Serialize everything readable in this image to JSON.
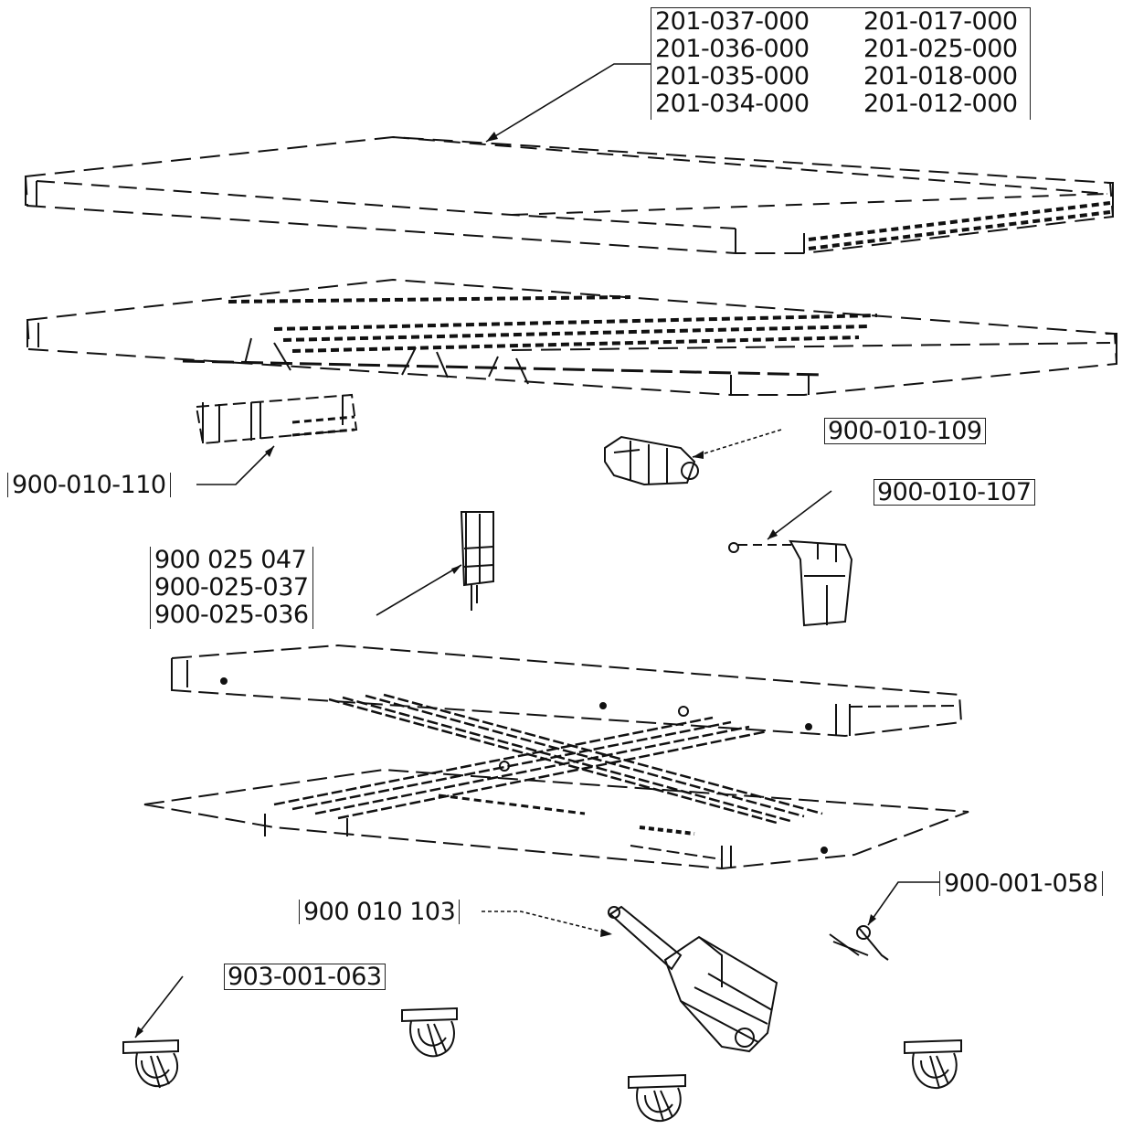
{
  "labels": {
    "top_group_col1": [
      "201-037-000",
      "201-036-000",
      "201-035-000",
      "201-034-000"
    ],
    "top_group_col2": [
      "201-017-000",
      "201-025-000",
      "201-018-000",
      "201-012-000"
    ],
    "lift_motor_group": [
      "900 025 047",
      "900-025-037",
      "900-025-036"
    ],
    "bracket": "900-010-110",
    "motor_a": "900-010-109",
    "motor_b": "900-010-107",
    "actuator": "900 010 103",
    "pin": "900-001-058",
    "caster": "903-001-063"
  }
}
